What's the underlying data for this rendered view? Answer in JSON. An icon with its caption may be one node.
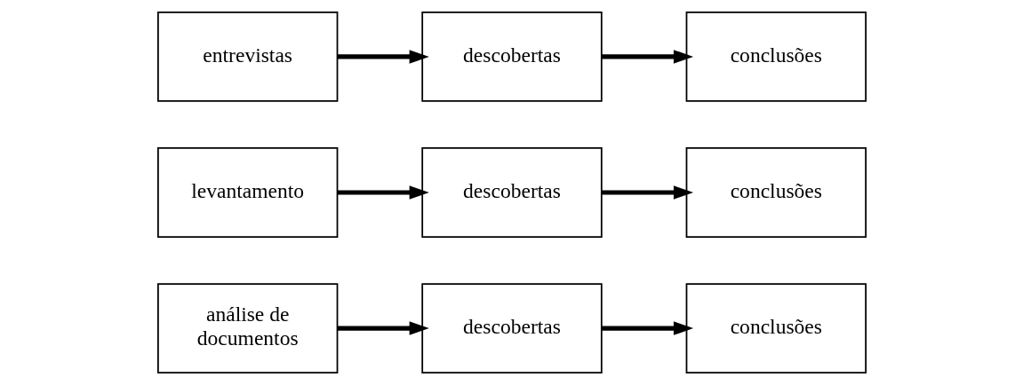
{
  "diagram": {
    "nodes": [
      {
        "text": [
          "entrevistas"
        ]
      },
      {
        "text": [
          "descobertas"
        ]
      },
      {
        "text": [
          "conclusões"
        ]
      },
      {
        "text": [
          "levantamento"
        ]
      },
      {
        "text": [
          "descobertas"
        ]
      },
      {
        "text": [
          "conclusões"
        ]
      },
      {
        "text": [
          "análise de documentos"
        ]
      },
      {
        "text": [
          "descobertas"
        ]
      },
      {
        "text": [
          "conclusões"
        ]
      }
    ],
    "edges": [
      {
        "from": 0,
        "to": 1,
        "arrow": "to"
      },
      {
        "from": 1,
        "to": 2,
        "arrow": "to"
      },
      {
        "from": 3,
        "to": 4,
        "arrow": "to"
      },
      {
        "from": 4,
        "to": 5,
        "arrow": "to"
      },
      {
        "from": 6,
        "to": 7,
        "arrow": "to"
      },
      {
        "from": 7,
        "to": 8,
        "arrow": "to"
      }
    ]
  }
}
